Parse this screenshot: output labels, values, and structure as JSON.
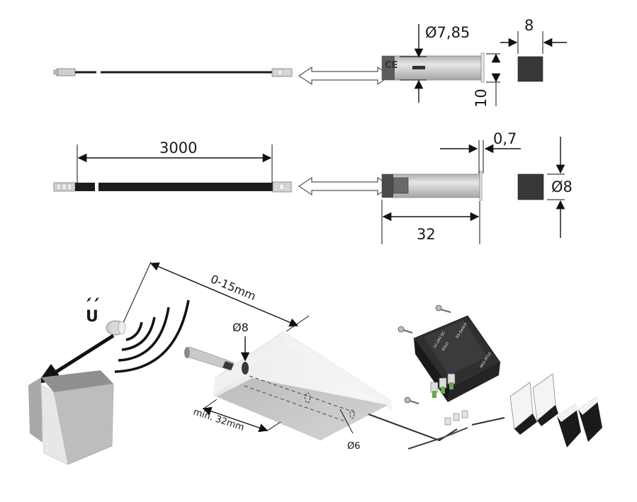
{
  "top_sensor": {
    "diameter_label": "Ø7,85",
    "height_label": "10",
    "magnet_width_label": "8",
    "ce_mark": "CE"
  },
  "bottom_sensor": {
    "cable_length_label": "3000",
    "flange_label": "0,7",
    "body_length_label": "32",
    "magnet_diameter_label": "Ø8"
  },
  "installation": {
    "gap_label": "0-15mm",
    "hole_diameter_label": "Ø8",
    "min_depth_label": "min. 32mm",
    "channel_diameter_label": "Ø6",
    "magnet_symbol": "U",
    "module_text": [
      "12-24V DC",
      "SOLO",
      "RS-Switch",
      "MSS-RT10"
    ]
  },
  "colors": {
    "metal": "#c8c8c8",
    "cable": "#1c1c1c",
    "magnet": "#3a3836",
    "wood": "#d8d8d8"
  }
}
